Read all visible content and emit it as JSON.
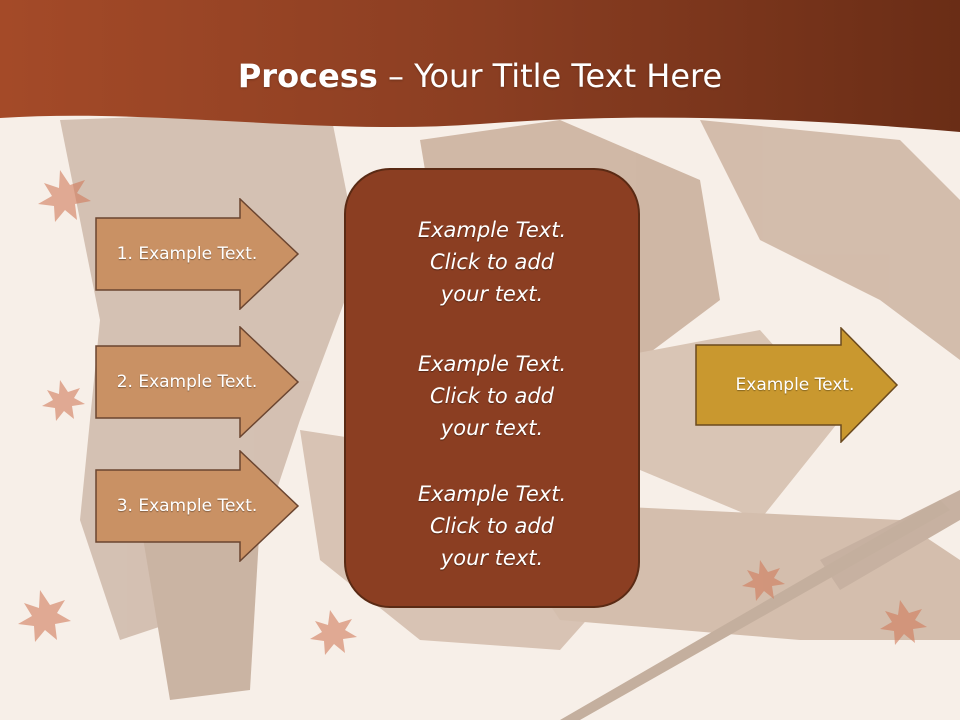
{
  "title": {
    "bold": "Process",
    "separator": " – ",
    "rest": "Your Title Text Here"
  },
  "colors": {
    "header": "#8b3e22",
    "header_dark": "#5c2814",
    "left_arrow_fill": "#c99164",
    "left_arrow_stroke": "#6b4530",
    "center_box_fill": "#8b3e22",
    "right_arrow_fill": "#c9982f",
    "right_arrow_stroke": "#6b4a1e",
    "background": "#f6ece4"
  },
  "left_arrows": [
    {
      "label": "1. Example Text."
    },
    {
      "label": "2. Example Text."
    },
    {
      "label": "3. Example Text."
    }
  ],
  "center_blocks": [
    {
      "line1": "Example Text.",
      "line2": "Click  to add",
      "line3": "your text."
    },
    {
      "line1": "Example Text.",
      "line2": "Click  to add",
      "line3": "your text."
    },
    {
      "line1": "Example Text.",
      "line2": "Click  to add",
      "line3": "your text."
    }
  ],
  "right_arrow": {
    "label": "Example Text."
  }
}
